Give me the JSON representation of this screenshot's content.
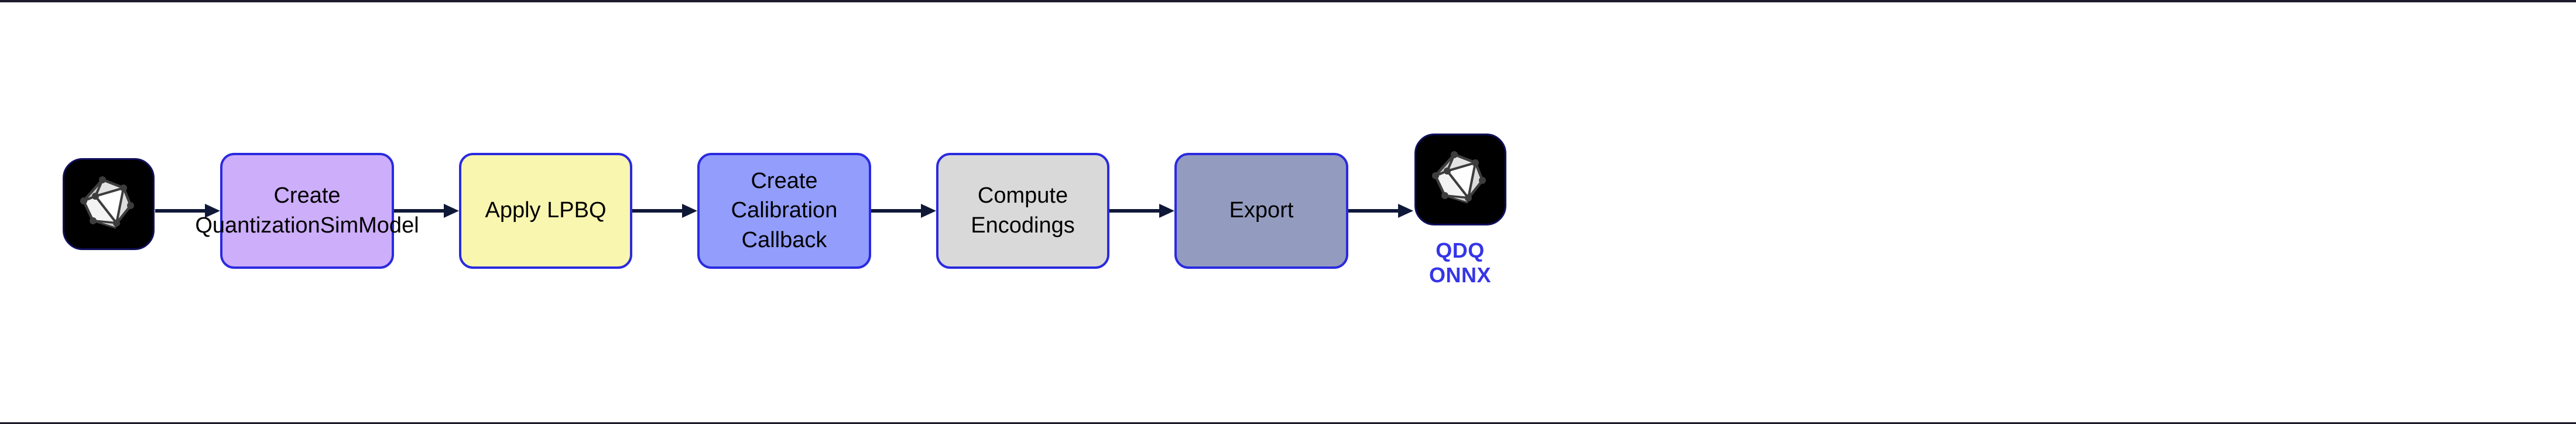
{
  "diagram": {
    "title": "LPBQ ONNX quantization workflow",
    "orientation": "left-to-right",
    "background_color": "#ffffff",
    "arrow_color": "#101838",
    "node_border_color": "#2a2ae0",
    "nodes": [
      {
        "id": "input-model",
        "type": "logo",
        "icon": "onnx-logo-icon",
        "caption": "",
        "background_color": "#000000",
        "border_color": "#10105a"
      },
      {
        "id": "create-quantizationsimmodel",
        "type": "process",
        "label": "Create\nQuantizationSimModel",
        "fill_color": "#cdaefa",
        "border_color": "#2a2ae0"
      },
      {
        "id": "apply-lpbq",
        "type": "process",
        "label": "Apply LPBQ",
        "fill_color": "#f8f6af",
        "border_color": "#2a2ae0"
      },
      {
        "id": "create-calibration-callback",
        "type": "process",
        "label": "Create Calibration\nCallback",
        "fill_color": "#929dfc",
        "border_color": "#2a2ae0"
      },
      {
        "id": "compute-encodings",
        "type": "process",
        "label": "Compute Encodings",
        "fill_color": "#d9d9d9",
        "border_color": "#2a2ae0"
      },
      {
        "id": "export",
        "type": "process",
        "label": "Export",
        "fill_color": "#939cbf",
        "border_color": "#2a2ae0"
      },
      {
        "id": "output-model",
        "type": "logo",
        "icon": "onnx-logo-icon",
        "caption": "QDQ\nONNX",
        "caption_color": "#3535e8",
        "background_color": "#000000",
        "border_color": "#10105a"
      }
    ],
    "edges": [
      {
        "from": "input-model",
        "to": "create-quantizationsimmodel",
        "icon": "arrow-right-icon"
      },
      {
        "from": "create-quantizationsimmodel",
        "to": "apply-lpbq",
        "icon": "arrow-right-icon"
      },
      {
        "from": "apply-lpbq",
        "to": "create-calibration-callback",
        "icon": "arrow-right-icon"
      },
      {
        "from": "create-calibration-callback",
        "to": "compute-encodings",
        "icon": "arrow-right-icon"
      },
      {
        "from": "compute-encodings",
        "to": "export",
        "icon": "arrow-right-icon"
      },
      {
        "from": "export",
        "to": "output-model",
        "icon": "arrow-right-icon"
      }
    ]
  }
}
